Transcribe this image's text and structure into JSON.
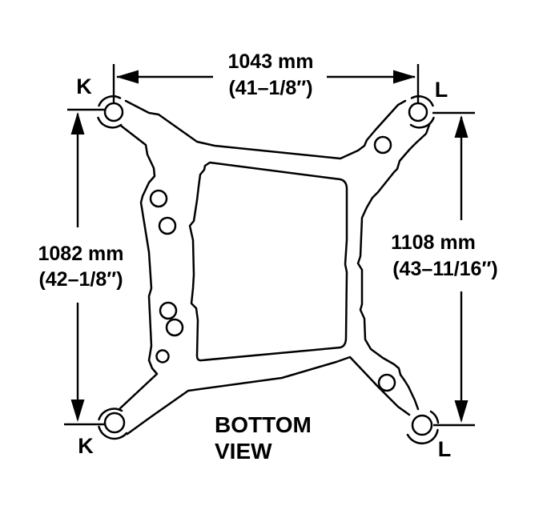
{
  "drawing": {
    "view_title_line1": "BOTTOM",
    "view_title_line2": "VIEW",
    "labels": {
      "top_left": "K",
      "top_right": "L",
      "bottom_left": "K",
      "bottom_right": "L"
    },
    "dimensions": {
      "top": {
        "metric": "1043 mm",
        "imperial": "(41–1/8″)"
      },
      "left": {
        "metric": "1082 mm",
        "imperial": "(42–1/8″)"
      },
      "right": {
        "metric": "1108 mm",
        "imperial": "(43–11/16″)"
      }
    },
    "colors": {
      "line": "#000000",
      "background": "#ffffff"
    }
  }
}
